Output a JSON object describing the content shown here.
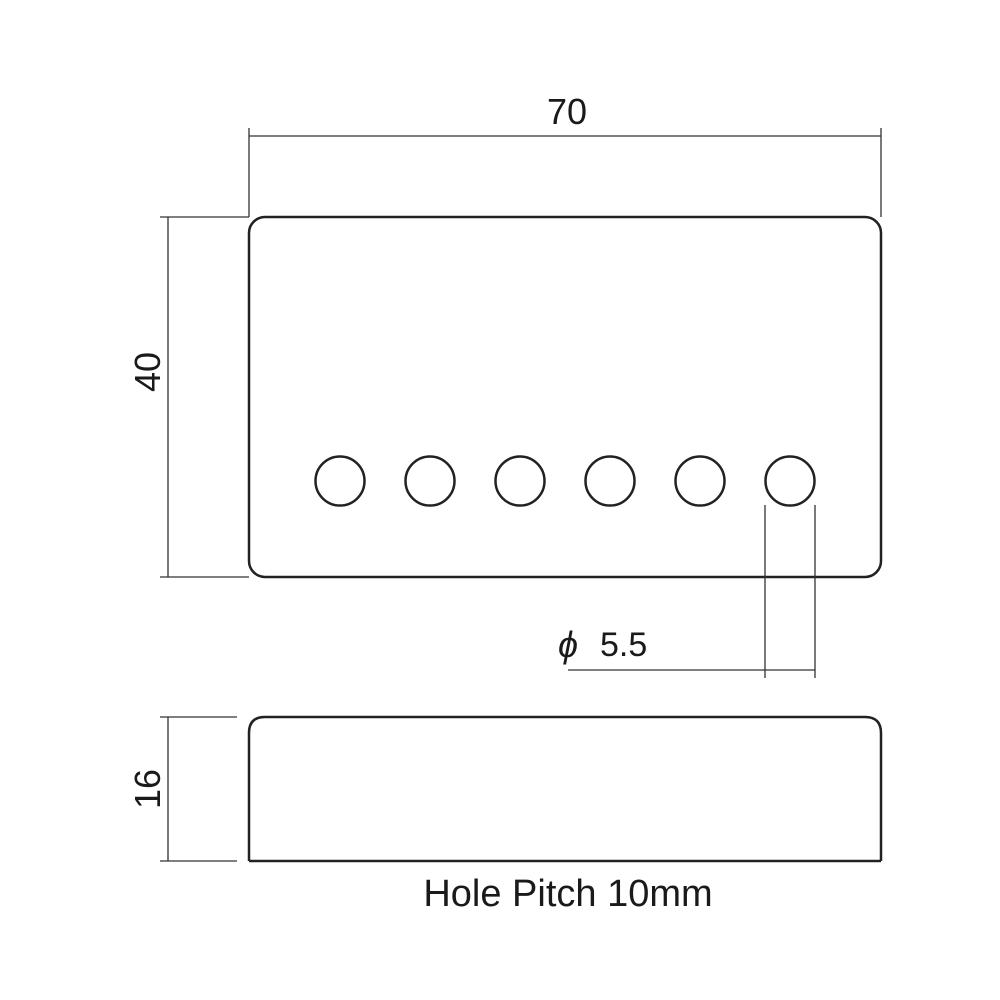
{
  "dimensions": {
    "width": "70",
    "height": "40",
    "depth": "16",
    "hole_diameter": "5.5",
    "diameter_symbol": "ϕ"
  },
  "holes": {
    "count": 6
  },
  "caption": "Hole Pitch 10mm"
}
